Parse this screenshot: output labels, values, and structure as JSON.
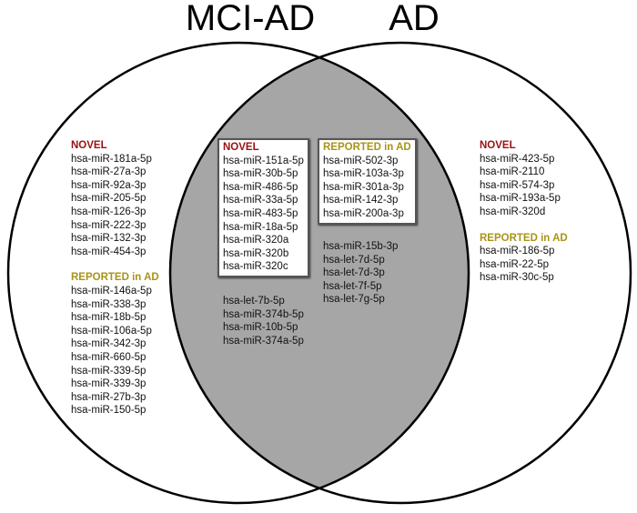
{
  "titles": {
    "left": "MCI-AD",
    "right": "AD"
  },
  "colors": {
    "novel": "#9a1010",
    "reported": "#a89418",
    "intersection": "#a6a6a6"
  },
  "mci_only": {
    "novel_label": "NOVEL",
    "novel": [
      "hsa-miR-181a-5p",
      "hsa-miR-27a-3p",
      "hsa-miR-92a-3p",
      "hsa-miR-205-5p",
      "hsa-miR-126-3p",
      "hsa-miR-222-3p",
      "hsa-miR-132-3p",
      "hsa-miR-454-3p"
    ],
    "reported_label": "REPORTED in AD",
    "reported": [
      "hsa-miR-146a-5p",
      "hsa-miR-338-3p",
      "hsa-miR-18b-5p",
      "hsa-miR-106a-5p",
      "hsa-miR-342-3p",
      "hsa-miR-660-5p",
      "hsa-miR-339-5p",
      "hsa-miR-339-3p",
      "hsa-miR-27b-3p",
      "hsa-miR-150-5p"
    ]
  },
  "shared": {
    "novel_label": "NOVEL",
    "novel": [
      "hsa-miR-151a-5p",
      "hsa-miR-30b-5p",
      "hsa-miR-486-5p",
      "hsa-miR-33a-5p",
      "hsa-miR-483-5p",
      "hsa-miR-18a-5p",
      "hsa-miR-320a",
      "hsa-miR-320b",
      "hsa-miR-320c"
    ],
    "reported_label": "REPORTED in AD",
    "reported": [
      "hsa-miR-502-3p",
      "hsa-miR-103a-3p",
      "hsa-miR-301a-3p",
      "hsa-miR-142-3p",
      "hsa-miR-200a-3p"
    ],
    "other_left": [
      "hsa-let-7b-5p",
      "hsa-miR-374b-5p",
      "hsa-miR-10b-5p",
      "hsa-miR-374a-5p"
    ],
    "other_right": [
      "hsa-miR-15b-3p",
      "hsa-let-7d-5p",
      "hsa-let-7d-3p",
      "hsa-let-7f-5p",
      "hsa-let-7g-5p"
    ]
  },
  "ad_only": {
    "novel_label": "NOVEL",
    "novel": [
      "hsa-miR-423-5p",
      "hsa-miR-2110",
      "hsa-miR-574-3p",
      "hsa-miR-193a-5p",
      "hsa-miR-320d"
    ],
    "reported_label": "REPORTED in AD",
    "reported": [
      "hsa-miR-186-5p",
      "hsa-miR-22-5p",
      "hsa-miR-30c-5p"
    ]
  }
}
